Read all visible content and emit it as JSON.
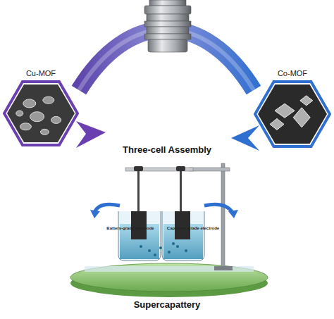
{
  "diagram": {
    "nodes": [
      {
        "text": [
          "Cu-MOF"
        ]
      },
      {
        "text": [
          "Co-MOF"
        ]
      }
    ],
    "edges": [
      {
        "from": 0,
        "to": 1,
        "arrow": "none"
      }
    ],
    "labels": [
      "Three-cell Assembly",
      "Battery-grade electrode",
      "Capacitor-grade electrode",
      "Supercapattery"
    ]
  }
}
